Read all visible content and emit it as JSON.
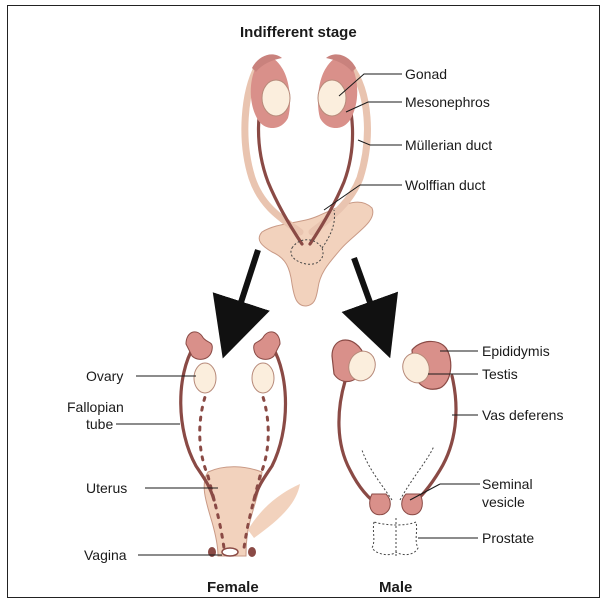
{
  "figure": {
    "title": "Indifferent stage",
    "caption_female": "Female",
    "caption_male": "Male"
  },
  "labels": {
    "gonad": "Gonad",
    "mesonephros": "Mesonephros",
    "mullerian_duct": "Müllerian duct",
    "wolffian_duct": "Wolffian duct",
    "ovary": "Ovary",
    "fallopian_line1": "Fallopian",
    "fallopian_line2": "tube",
    "uterus": "Uterus",
    "vagina": "Vagina",
    "epididymis": "Epididymis",
    "testis": "Testis",
    "vas_deferens": "Vas deferens",
    "seminal_line1": "Seminal",
    "seminal_line2": "vesicle",
    "prostate": "Prostate"
  },
  "colors": {
    "duct_dark": "#8a4a45",
    "duct_light": "#e9c4b0",
    "tissue": "#f2d2bd",
    "gonad_fill": "#fbeedd",
    "mesonephros": "#d9908a",
    "arrow": "#111111"
  }
}
